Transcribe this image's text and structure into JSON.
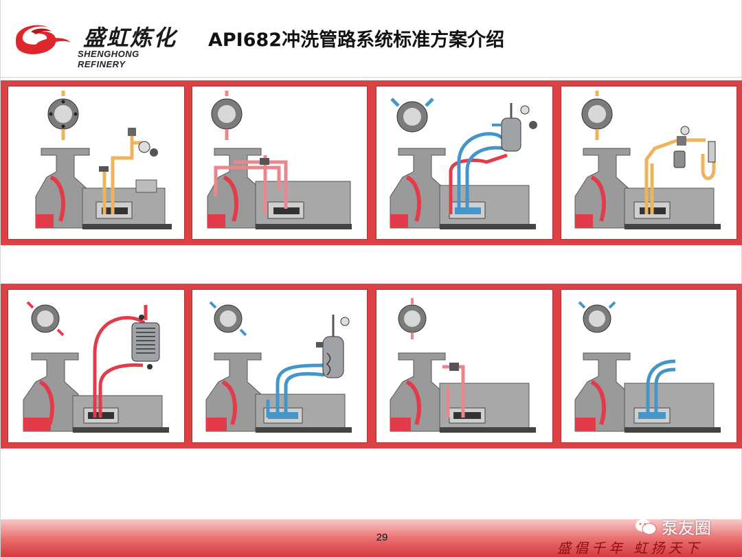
{
  "header": {
    "logo_cn": "盛虹炼化",
    "logo_en": "SHENGHONG REFINERY",
    "title": "API682冲洗管路系统标准方案介绍"
  },
  "colors": {
    "band": "#dc4146",
    "flush_red": "#e23c4a",
    "flush_blue": "#4596c8",
    "flush_orange": "#efb35e",
    "pump_grey": "#9a9a9a"
  },
  "panels": [
    {
      "row": 1,
      "col": 1,
      "flush": "orange",
      "vessel": "none"
    },
    {
      "row": 1,
      "col": 2,
      "flush": "red",
      "vessel": "none"
    },
    {
      "row": 1,
      "col": 3,
      "flush": "red+blue",
      "vessel": "reservoir"
    },
    {
      "row": 1,
      "col": 4,
      "flush": "orange",
      "vessel": "accumulator"
    },
    {
      "row": 2,
      "col": 1,
      "flush": "red",
      "vessel": "cooler"
    },
    {
      "row": 2,
      "col": 2,
      "flush": "blue",
      "vessel": "reservoir"
    },
    {
      "row": 2,
      "col": 3,
      "flush": "red",
      "vessel": "none"
    },
    {
      "row": 2,
      "col": 4,
      "flush": "blue",
      "vessel": "none"
    }
  ],
  "footer": {
    "page_number": "29",
    "watermark": "泵友圈",
    "slogan": "盛倡千年 虹扬天下"
  }
}
